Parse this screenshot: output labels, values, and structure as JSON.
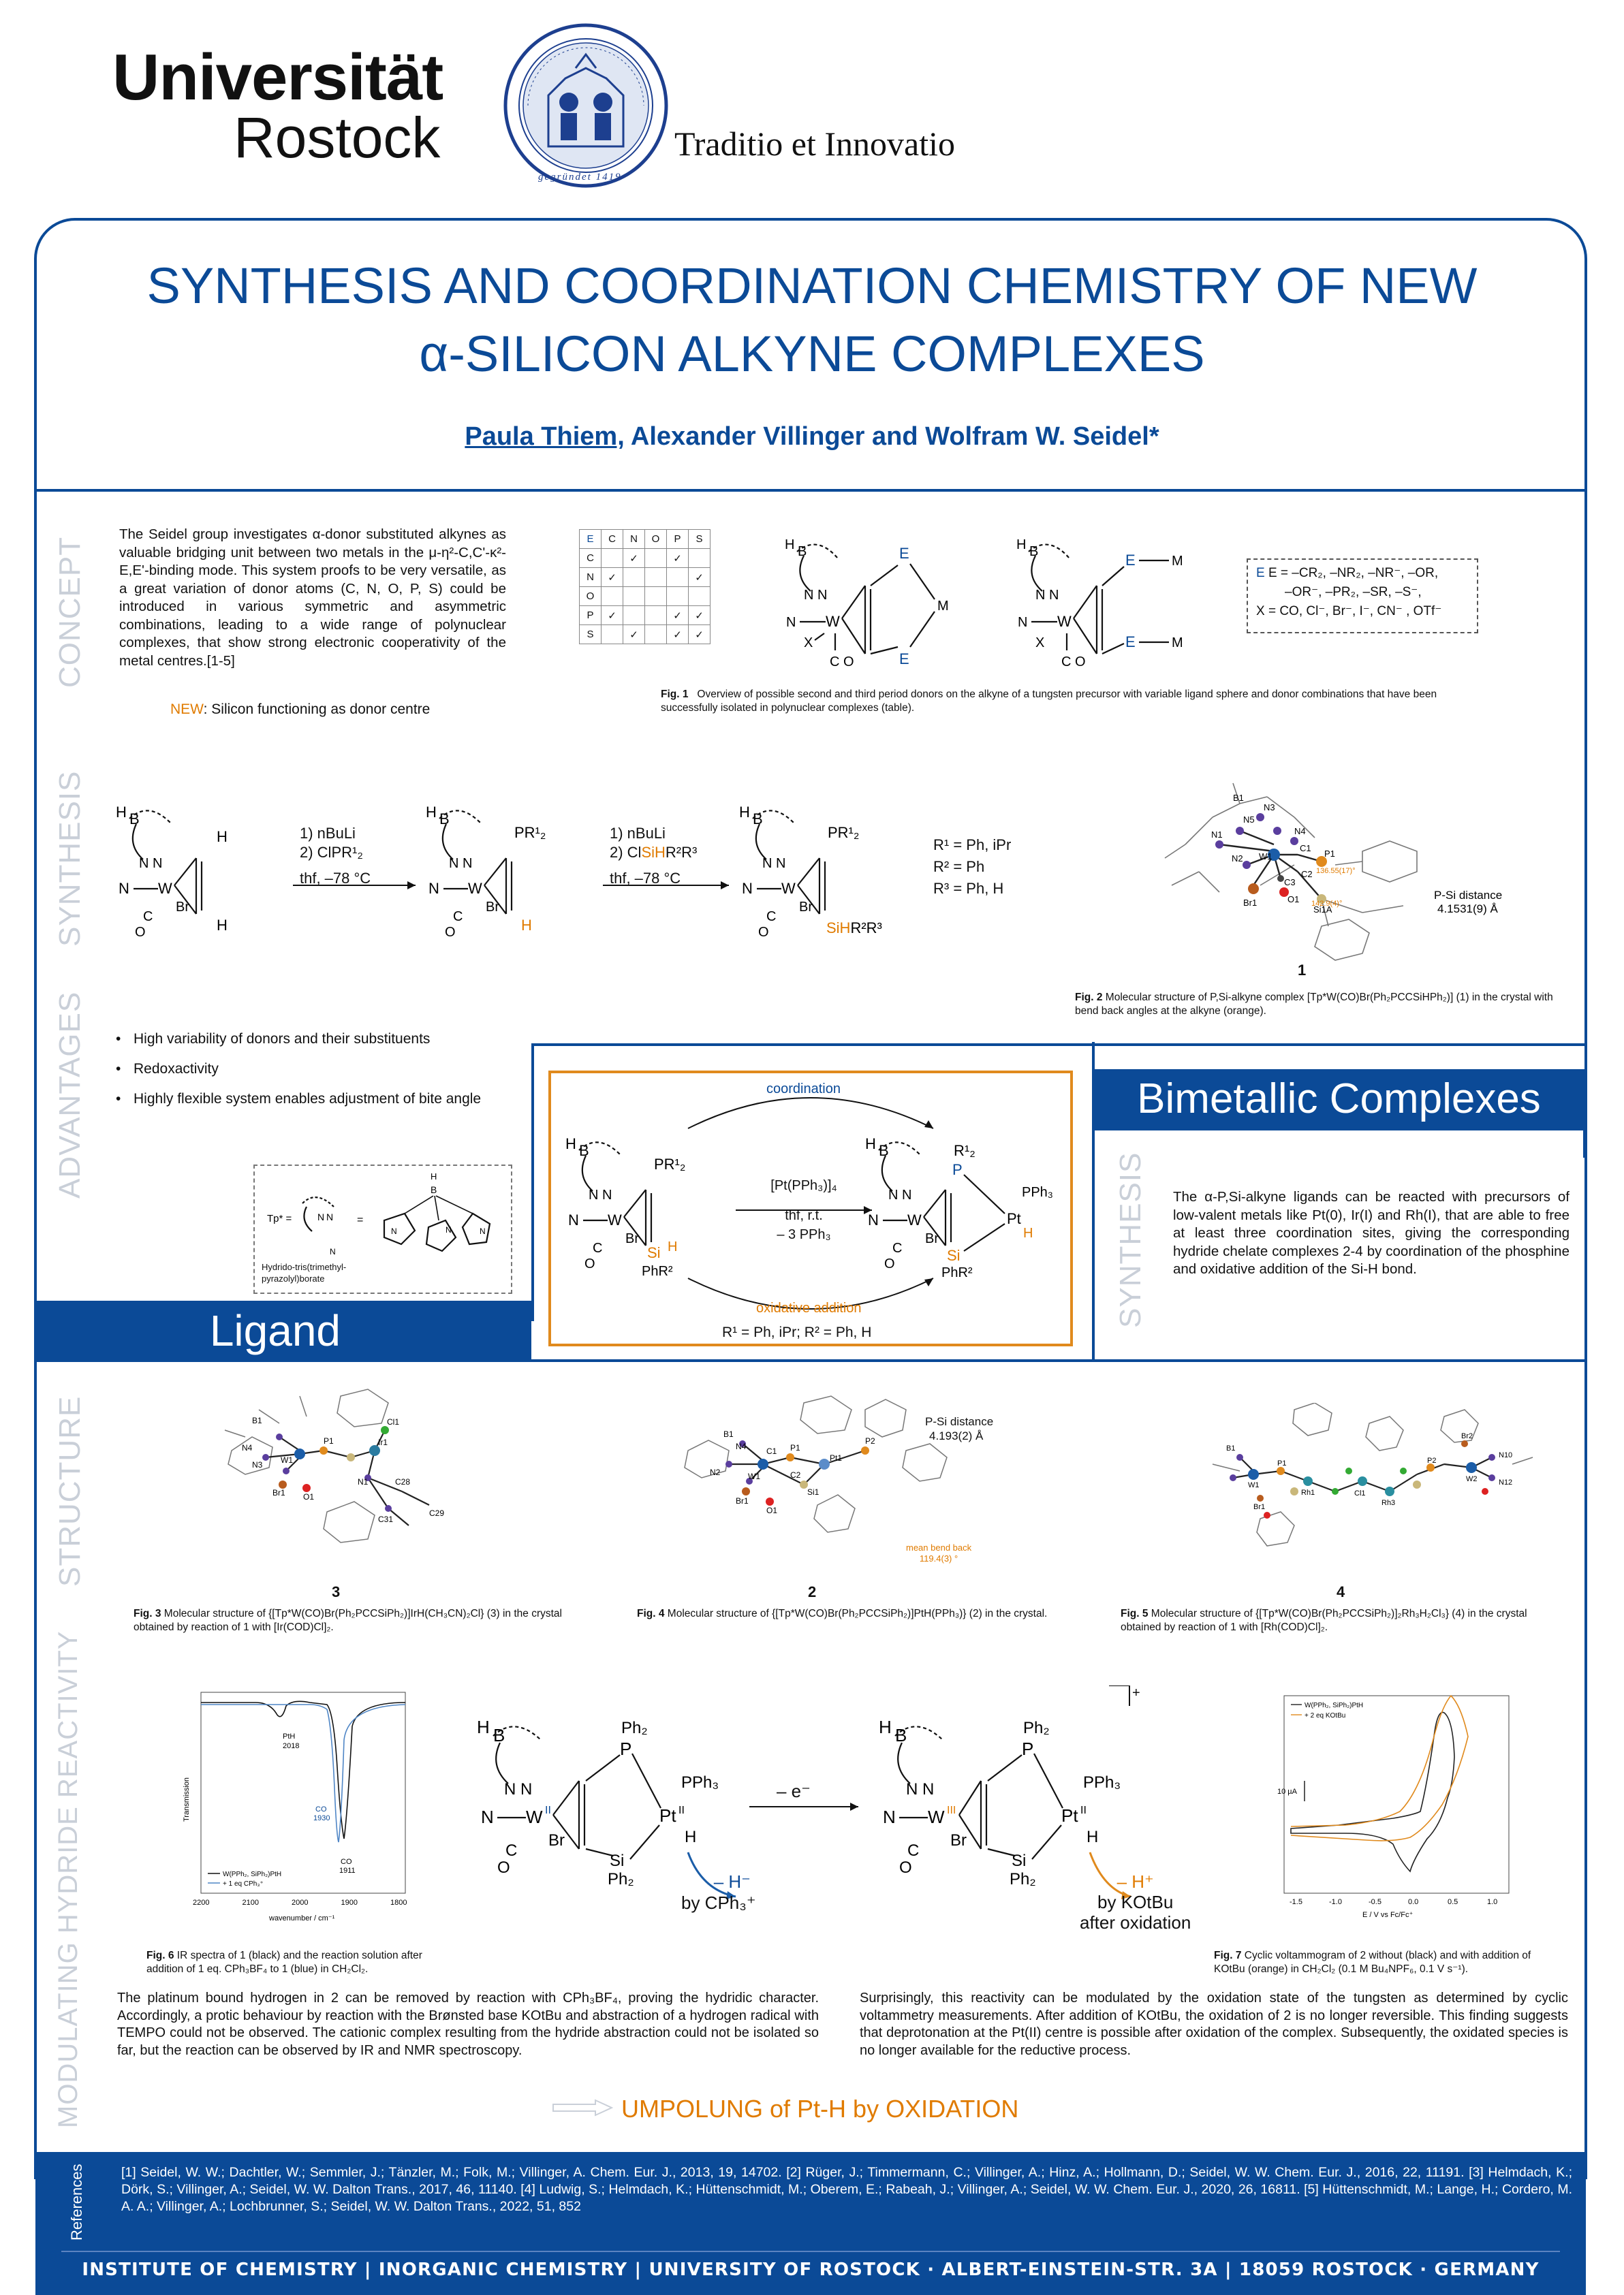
{
  "header": {
    "uni_line1": "Universität",
    "uni_line2": "Rostock",
    "motto": "Traditio et Innovatio",
    "seal_text": "gegründet 1419"
  },
  "title": {
    "line1": "SYNTHESIS AND COORDINATION CHEMISTRY OF NEW",
    "line2": "α-SILICON ALKYNE COMPLEXES",
    "author_main": "Paula Thiem,",
    "authors_rest": "Alexander Villinger and Wolfram W. Seidel*"
  },
  "sections": {
    "concept": "CONCEPT",
    "synthesis": "SYNTHESIS",
    "advantages": "ADVANTAGES",
    "synthesis2": "SYNTHESIS",
    "structure": "STRUCTURE",
    "modulating": "MODULATING HYDRIDE REACTIVITY",
    "references": "References"
  },
  "concept": {
    "text": "The Seidel group investigates α-donor substituted alkynes as valuable bridging unit between two metals in the μ-η²-C,C'-κ²-E,E'-binding mode. This system proofs to be very versatile, as a great variation of donor atoms (C, N, O, P, S) could be introduced in various symmetric and asymmetric combinations, leading to a wide range of polynuclear complexes, that show strong electronic cooperativity of the metal centres.[1-5]",
    "new_label": "NEW",
    "new_text": ": Silicon functioning as donor centre",
    "table_header": [
      "E",
      "C",
      "N",
      "O",
      "P",
      "S"
    ],
    "table_rows": [
      [
        "C",
        "",
        "✓",
        "",
        "✓",
        ""
      ],
      [
        "N",
        "✓",
        "",
        "",
        "",
        "✓"
      ],
      [
        "O",
        "",
        "",
        "",
        "",
        ""
      ],
      [
        "P",
        "✓",
        "",
        "",
        "✓",
        "✓"
      ],
      [
        "S",
        "",
        "✓",
        "",
        "✓",
        "✓"
      ]
    ],
    "e_def_line1": "E = –CR₂, –NR₂, –NR⁻, –OR,",
    "e_def_line2": "–OR⁻, –PR₂, –SR, –S⁻,",
    "x_def": "X =  CO, Cl⁻, Br⁻, I⁻, CN⁻ , OTf⁻",
    "fig1_label": "Fig. 1",
    "fig1_text": "Overview of possible second and third period donors on the alkyne of a tungsten precursor with variable ligand sphere and donor combinations that have been successfully isolated in polynuclear complexes (table)."
  },
  "synthesis": {
    "step1_line1": "1) nBuLi",
    "step1_line2": "2) ClPR¹₂",
    "step1_cond": "thf, –78 °C",
    "step2_line1": "1) nBuLi",
    "step2_line2a": "2) Cl",
    "step2_line2b": "SiH",
    "step2_line2c": "R²R³",
    "step2_cond": "thf, –78 °C",
    "r1": "R¹ = Ph, iPr",
    "r2": "R² = Ph",
    "r3": "R³ = Ph, H",
    "ps_distance_label": "P-Si distance",
    "ps_distance_value": "4.1531(9) Å",
    "angle1": "136.55(17)°",
    "angle2": "142.9(4)°",
    "compound_label": "1",
    "fig2_label": "Fig. 2",
    "fig2_text": "Molecular structure of P,Si-alkyne complex [Tp*W(CO)Br(Ph₂PCCSiHPh₂)] (1) in the crystal with bend back angles at the alkyne (orange)."
  },
  "advantages": {
    "items": [
      "High variability of donors and their substituents",
      "Redoxactivity",
      "Highly flexible system enables adjustment of bite angle"
    ],
    "tp_label": "Tp* =",
    "tp_caption": "Hydrido-tris(trimethyl-pyrazolyl)borate",
    "ligand_banner": "Ligand"
  },
  "bimetallic": {
    "banner": "Bimetallic Complexes",
    "coordination": "coordination",
    "oxidative_addition": "oxidative addition",
    "reagent": "[Pt(PPh₃)]₄",
    "cond1": "thf, r.t.",
    "cond2": "– 3 PPh₃",
    "r_def": "R¹ = Ph, iPr; R² = Ph, H",
    "text": "The α-P,Si-alkyne ligands can be reacted with precursors of low-valent metals like Pt(0), Ir(I) and Rh(I), that are able to free at least three coordination sites, giving the corresponding hydride chelate complexes 2-4 by coordination of the phosphine and oxidative addition of the Si-H bond."
  },
  "structure": {
    "c3_label": "3",
    "c2_label": "2",
    "c4_label": "4",
    "ps2_label": "P-Si distance",
    "ps2_value": "4.193(2) Å",
    "bend_label": "mean bend back",
    "bend_value": "119.4(3) °",
    "fig3_label": "Fig. 3",
    "fig3_text": "Molecular structure of {[Tp*W(CO)Br(Ph₂PCCSiPh₂)]IrH(CH₃CN)₂Cl} (3) in the crystal obtained by reaction of 1 with [Ir(COD)Cl]₂.",
    "fig4_label": "Fig. 4",
    "fig4_text": "Molecular structure of {[Tp*W(CO)Br(Ph₂PCCSiPh₂)]PtH(PPh₃)} (2) in the crystal.",
    "fig5_label": "Fig. 5",
    "fig5_text": "Molecular structure of {[Tp*W(CO)Br(Ph₂PCCSiPh₂)]₂Rh₃H₂Cl₃} (4) in the crystal obtained by reaction of 1 with [Rh(COD)Cl]₂."
  },
  "modulating": {
    "ir_ylabel": "Transmission",
    "ir_xlabel": "wavenumber / cm⁻¹",
    "ir_pth": "PtH",
    "ir_pth_val": "2018",
    "ir_co1": "CO",
    "ir_co1_val": "1930",
    "ir_co2": "CO",
    "ir_co2_val": "1911",
    "ir_legend1": "W(PPh₂, SiPh₂)PtH",
    "ir_legend2": "+ 1 eq CPh₃⁺",
    "ir_xticks": [
      "2200",
      "2100",
      "2000",
      "1900",
      "1800"
    ],
    "minus_e": "– e⁻",
    "minus_h_minus": "– H⁻",
    "by_cph3": "by CPh₃⁺",
    "minus_h_plus": "– H⁺",
    "by_kotbu": "by KOtBu",
    "after_ox": "after oxidation",
    "plus": "+",
    "cv_legend1": "W(PPh₂, SiPh₂)PtH",
    "cv_legend2": "+ 2 eq KOtBu",
    "cv_scale": "10 µA",
    "cv_xticks": [
      "-1.5",
      "-1.0",
      "-0.5",
      "0.0",
      "0.5",
      "1.0"
    ],
    "cv_xlabel": "E / V vs Fc/Fc⁺",
    "fig6_label": "Fig. 6",
    "fig6_text": "IR spectra of 1 (black) and the reaction solution after addition of 1 eq. CPh₃BF₄ to 1 (blue) in CH₂Cl₂.",
    "fig7_label": "Fig. 7",
    "fig7_text": "Cyclic voltammogram of 2 without (black) and with addition of KOtBu (orange) in CH₂Cl₂ (0.1 M Bu₄NPF₆, 0.1 V s⁻¹).",
    "text_left": "The platinum bound hydrogen in 2 can be removed by reaction with CPh₃BF₄, proving the hydridic character. Accordingly, a protic behaviour by reaction with the Brønsted base KOtBu and abstraction of a hydrogen radical with TEMPO could not be observed. The cationic complex resulting from the hydride abstraction could not be isolated so far, but the reaction can be observed by IR and NMR spectroscopy.",
    "text_right": "Surprisingly, this reactivity can be modulated by the oxidation state of the tungsten as determined by cyclic voltammetry measurements. After addition of KOtBu, the oxidation of 2 is no longer reversible. This finding suggests that deprotonation at the Pt(II) centre is possible after oxidation of the complex. Subsequently, the oxidated species is no longer available for the reductive process.",
    "umpolung": "UMPOLUNG of Pt-H by OXIDATION"
  },
  "references": {
    "text": "[1] Seidel, W. W.; Dachtler, W.; Semmler, J.; Tänzler, M.; Folk, M.; Villinger, A. Chem. Eur. J., 2013, 19, 14702. [2] Rüger, J.; Timmermann, C.; Villinger, A.; Hinz, A.; Hollmann, D.; Seidel, W. W. Chem. Eur. J., 2016, 22, 11191. [3] Helmdach, K.; Dörk, S.; Villinger, A.; Seidel, W. W. Dalton Trans., 2017, 46, 11140. [4] Ludwig, S.; Helmdach, K.; Hüttenschmidt, M.; Oberem, E.; Rabeah, J.; Villinger, A.; Seidel, W. W. Chem. Eur. J., 2020, 26, 16811. [5] Hüttenschmidt, M.; Lange, H.; Cordero, M. A. A.; Villinger, A.; Lochbrunner, S.; Seidel, W. W. Dalton Trans., 2022, 51, 852"
  },
  "footer": {
    "text": "INSTITUTE OF CHEMISTRY | INORGANIC CHEMISTRY | UNIVERSITY OF ROSTOCK · ALBERT-EINSTEIN-STR. 3A | 18059 ROSTOCK · GERMANY"
  },
  "colors": {
    "brand_blue": "#0b4a97",
    "accent_orange": "#e07b00",
    "side_label_grey": "#c9cfd8"
  }
}
